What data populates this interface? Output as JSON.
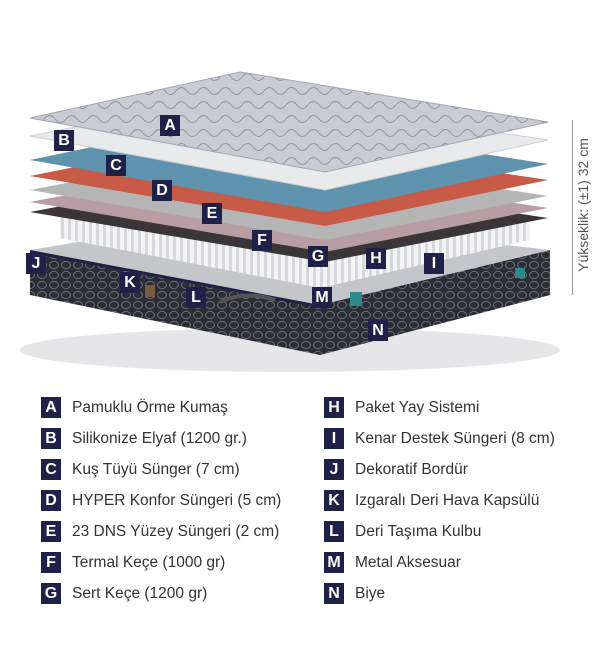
{
  "diagram_badges": [
    "A",
    "B",
    "C",
    "D",
    "E",
    "F",
    "G",
    "H",
    "I",
    "J",
    "K",
    "L",
    "M",
    "N"
  ],
  "height_label": "Yükseklik: (±1) 32 cm",
  "legend_left": [
    {
      "letter": "A",
      "text": "Pamuklu Örme Kumaş"
    },
    {
      "letter": "B",
      "text": "Silikonize Elyaf (1200 gr.)"
    },
    {
      "letter": "C",
      "text": "Kuş Tüyü Sünger (7 cm)"
    },
    {
      "letter": "D",
      "text": "HYPER Konfor Süngeri (5 cm)"
    },
    {
      "letter": "E",
      "text": "23 DNS Yüzey Süngeri (2 cm)"
    },
    {
      "letter": "F",
      "text": "Termal Keçe (1000 gr)"
    },
    {
      "letter": "G",
      "text": "Sert Keçe (1200 gr)"
    }
  ],
  "legend_right": [
    {
      "letter": "H",
      "text": "Paket Yay Sistemi"
    },
    {
      "letter": "I",
      "text": "Kenar Destek Süngeri (8 cm)"
    },
    {
      "letter": "J",
      "text": "Dekoratif Bordür"
    },
    {
      "letter": "K",
      "text": "Izgaralı Deri Hava Kapsülü"
    },
    {
      "letter": "L",
      "text": "Deri Taşıma Kulbu"
    },
    {
      "letter": "M",
      "text": "Metal Aksesuar"
    },
    {
      "letter": "N",
      "text": "Biye"
    }
  ],
  "colors": {
    "badge": "#1e2148",
    "fabric": "#c9ccd3",
    "fiber": "#e9eaec",
    "blue_foam": "#5f93ad",
    "red_foam": "#c85a48",
    "grey_foam": "#b5b5b5",
    "pink_felt": "#b89ea4",
    "dark_felt": "#3a3536",
    "base": "#2b2d35"
  }
}
